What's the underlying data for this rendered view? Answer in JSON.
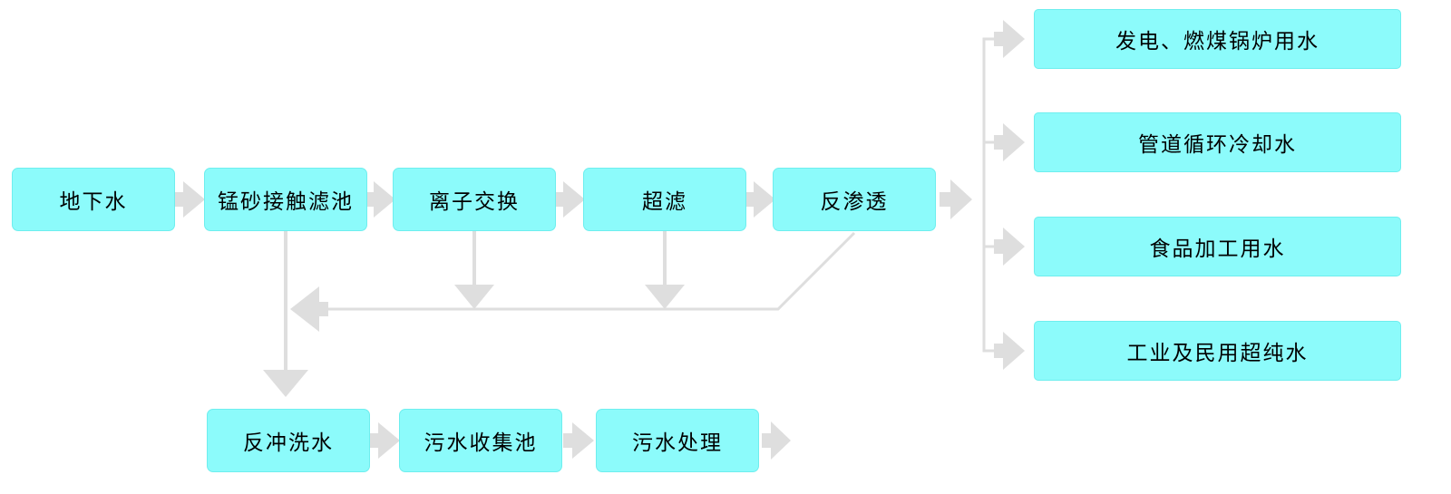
{
  "colors": {
    "background": "#ffffff",
    "box_fill": "#8cfbfb",
    "box_border": "#6eeeee",
    "connector_color": "#dedede",
    "text_color": "#000000"
  },
  "diagram": {
    "main_flow": [
      {
        "label": "地下水"
      },
      {
        "label": "锰砂接触滤池"
      },
      {
        "label": "离子交换"
      },
      {
        "label": "超滤"
      },
      {
        "label": "反渗透"
      }
    ],
    "outputs": [
      {
        "label": "发电、燃煤锅炉用水"
      },
      {
        "label": "管道循环冷却水"
      },
      {
        "label": "食品加工用水"
      },
      {
        "label": "工业及民用超纯水"
      }
    ],
    "waste_flow": [
      {
        "label": "反冲洗水"
      },
      {
        "label": "污水收集池"
      },
      {
        "label": "污水处理"
      }
    ]
  }
}
